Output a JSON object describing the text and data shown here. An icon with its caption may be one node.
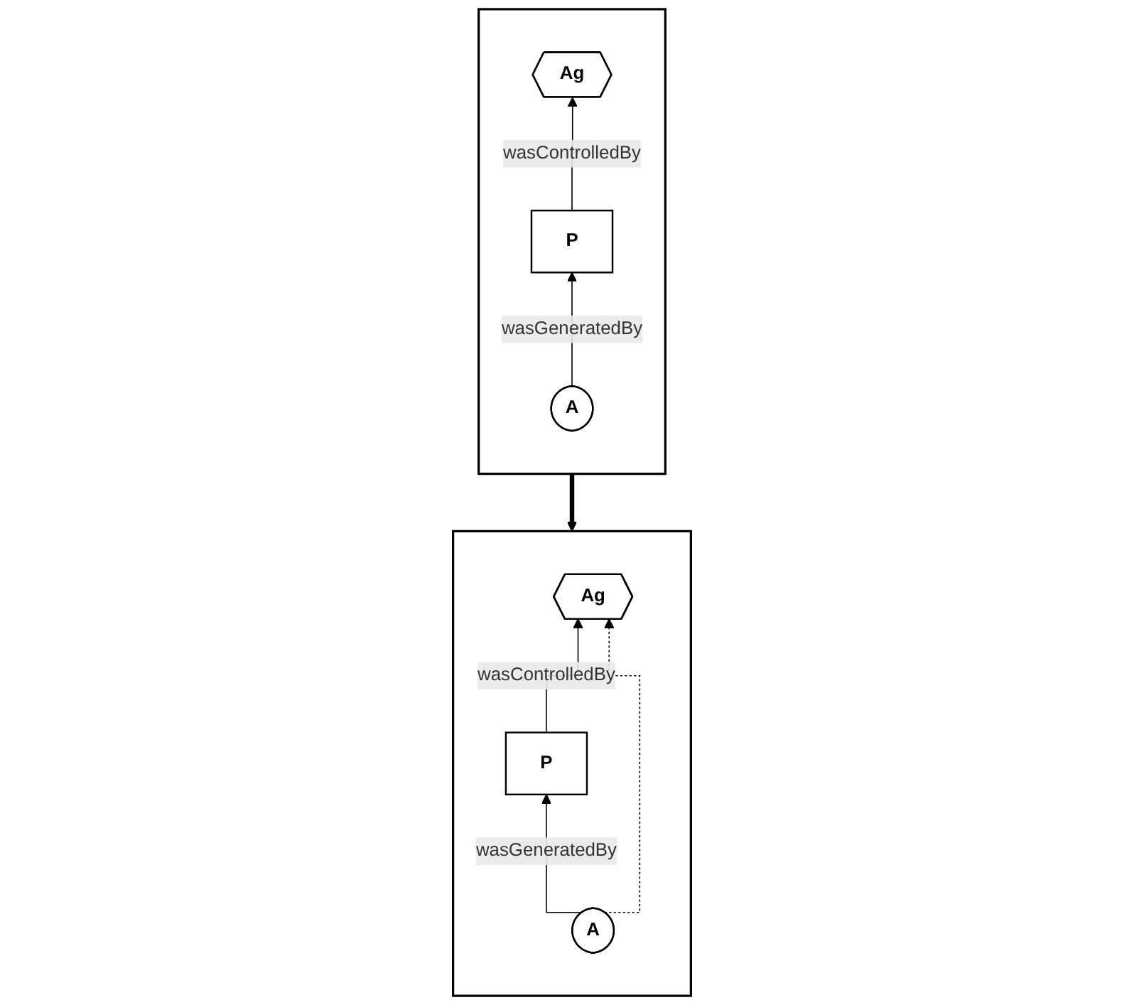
{
  "diagram": {
    "nodes": [
      {
        "text": [],
        "shape": "box"
      },
      {
        "text": [
          "P"
        ],
        "in": 0
      },
      {
        "text": [
          "Ag"
        ],
        "in": 0
      },
      {
        "text": [
          "A"
        ],
        "in": 0
      },
      {
        "text": [],
        "shape": "box"
      },
      {
        "text": [
          "P"
        ],
        "in": 4
      },
      {
        "text": [
          "Ag"
        ],
        "in": 4
      },
      {
        "text": [
          "A"
        ],
        "in": 4
      }
    ],
    "edges": [
      {
        "from": 3,
        "to": 1,
        "arrow": "to",
        "label": "wasGeneratedBy"
      },
      {
        "from": 1,
        "to": 2,
        "arrow": "to",
        "label": "wasControlledBy"
      },
      {
        "from": 0,
        "to": 4,
        "arrow": "to",
        "style": "thick"
      },
      {
        "from": 7,
        "to": 5,
        "arrow": "to",
        "label": "wasGeneratedBy"
      },
      {
        "from": 5,
        "to": 6,
        "arrow": "to",
        "label": "wasControlledBy"
      },
      {
        "from": 7,
        "to": 6,
        "arrow": "to",
        "style": "dashed"
      }
    ]
  }
}
